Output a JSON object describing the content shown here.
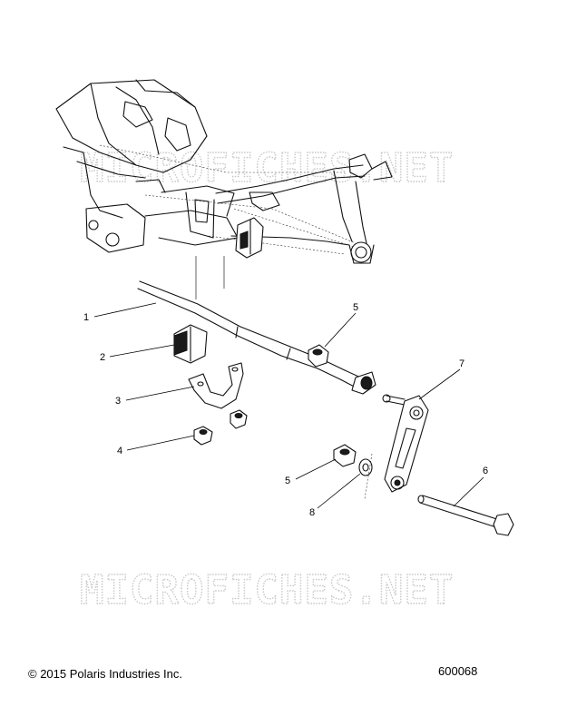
{
  "watermark": "MICROFICHES.NET",
  "callouts": [
    "1",
    "2",
    "3",
    "4",
    "5",
    "5",
    "6",
    "7",
    "8"
  ],
  "footer": {
    "copyright": "© 2015 Polaris Industries Inc.",
    "diagram_number": "600068"
  }
}
